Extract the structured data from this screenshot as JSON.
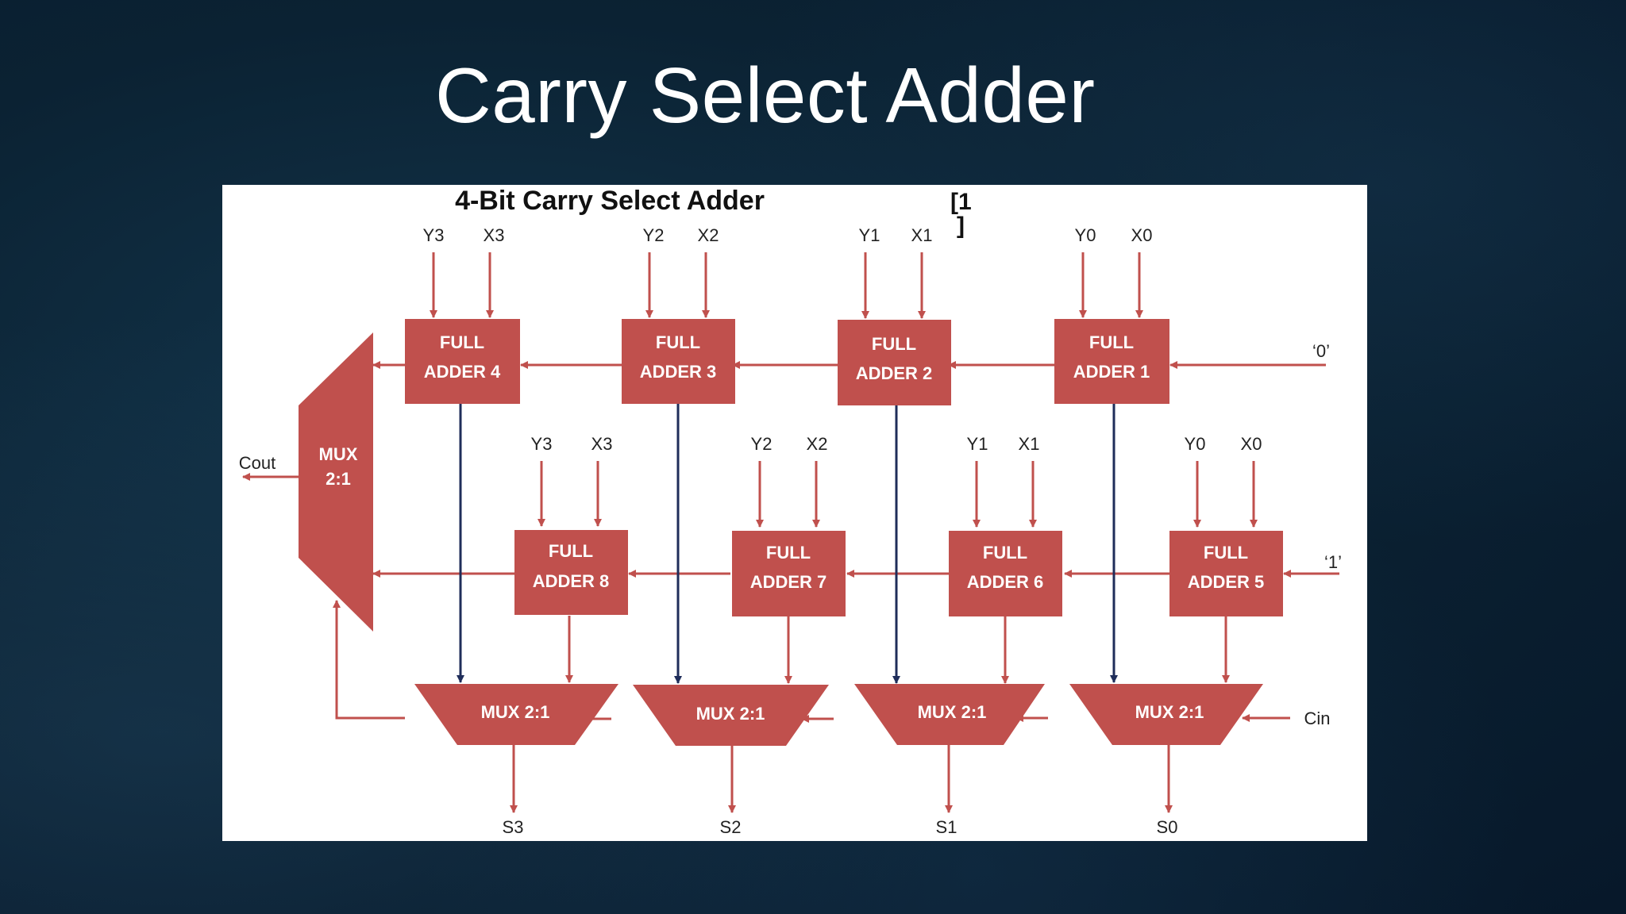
{
  "slide": {
    "title": "Carry Select Adder"
  },
  "diagram": {
    "heading": "4-Bit Carry Select Adder",
    "heading_ref": "[1",
    "heading_ref_close": "]",
    "colors": {
      "block": "#c0504d",
      "red_wire": "#c0504d",
      "blue_wire": "#1f2d5a",
      "panel": "#ffffff"
    },
    "top_row": [
      {
        "line1": "FULL",
        "line2": "ADDER 4",
        "in_y": "Y3",
        "in_x": "X3"
      },
      {
        "line1": "FULL",
        "line2": "ADDER 3",
        "in_y": "Y2",
        "in_x": "X2"
      },
      {
        "line1": "FULL",
        "line2": "ADDER 2",
        "in_y": "Y1",
        "in_x": "X1"
      },
      {
        "line1": "FULL",
        "line2": "ADDER 1",
        "in_y": "Y0",
        "in_x": "X0"
      }
    ],
    "top_carry_in": "‘0’",
    "bottom_row": [
      {
        "line1": "FULL",
        "line2": "ADDER 8",
        "in_y": "Y3",
        "in_x": "X3"
      },
      {
        "line1": "FULL",
        "line2": "ADDER 7",
        "in_y": "Y2",
        "in_x": "X2"
      },
      {
        "line1": "FULL",
        "line2": "ADDER 6",
        "in_y": "Y1",
        "in_x": "X1"
      },
      {
        "line1": "FULL",
        "line2": "ADDER 5",
        "in_y": "Y0",
        "in_x": "X0"
      }
    ],
    "bottom_carry_in": "‘1’",
    "carry_mux": {
      "line1": "MUX",
      "line2": "2:1",
      "output": "Cout"
    },
    "sum_muxes": [
      {
        "label": "MUX 2:1",
        "output": "S3"
      },
      {
        "label": "MUX 2:1",
        "output": "S2"
      },
      {
        "label": "MUX 2:1",
        "output": "S1"
      },
      {
        "label": "MUX 2:1",
        "output": "S0"
      }
    ],
    "select_input": "Cin"
  }
}
